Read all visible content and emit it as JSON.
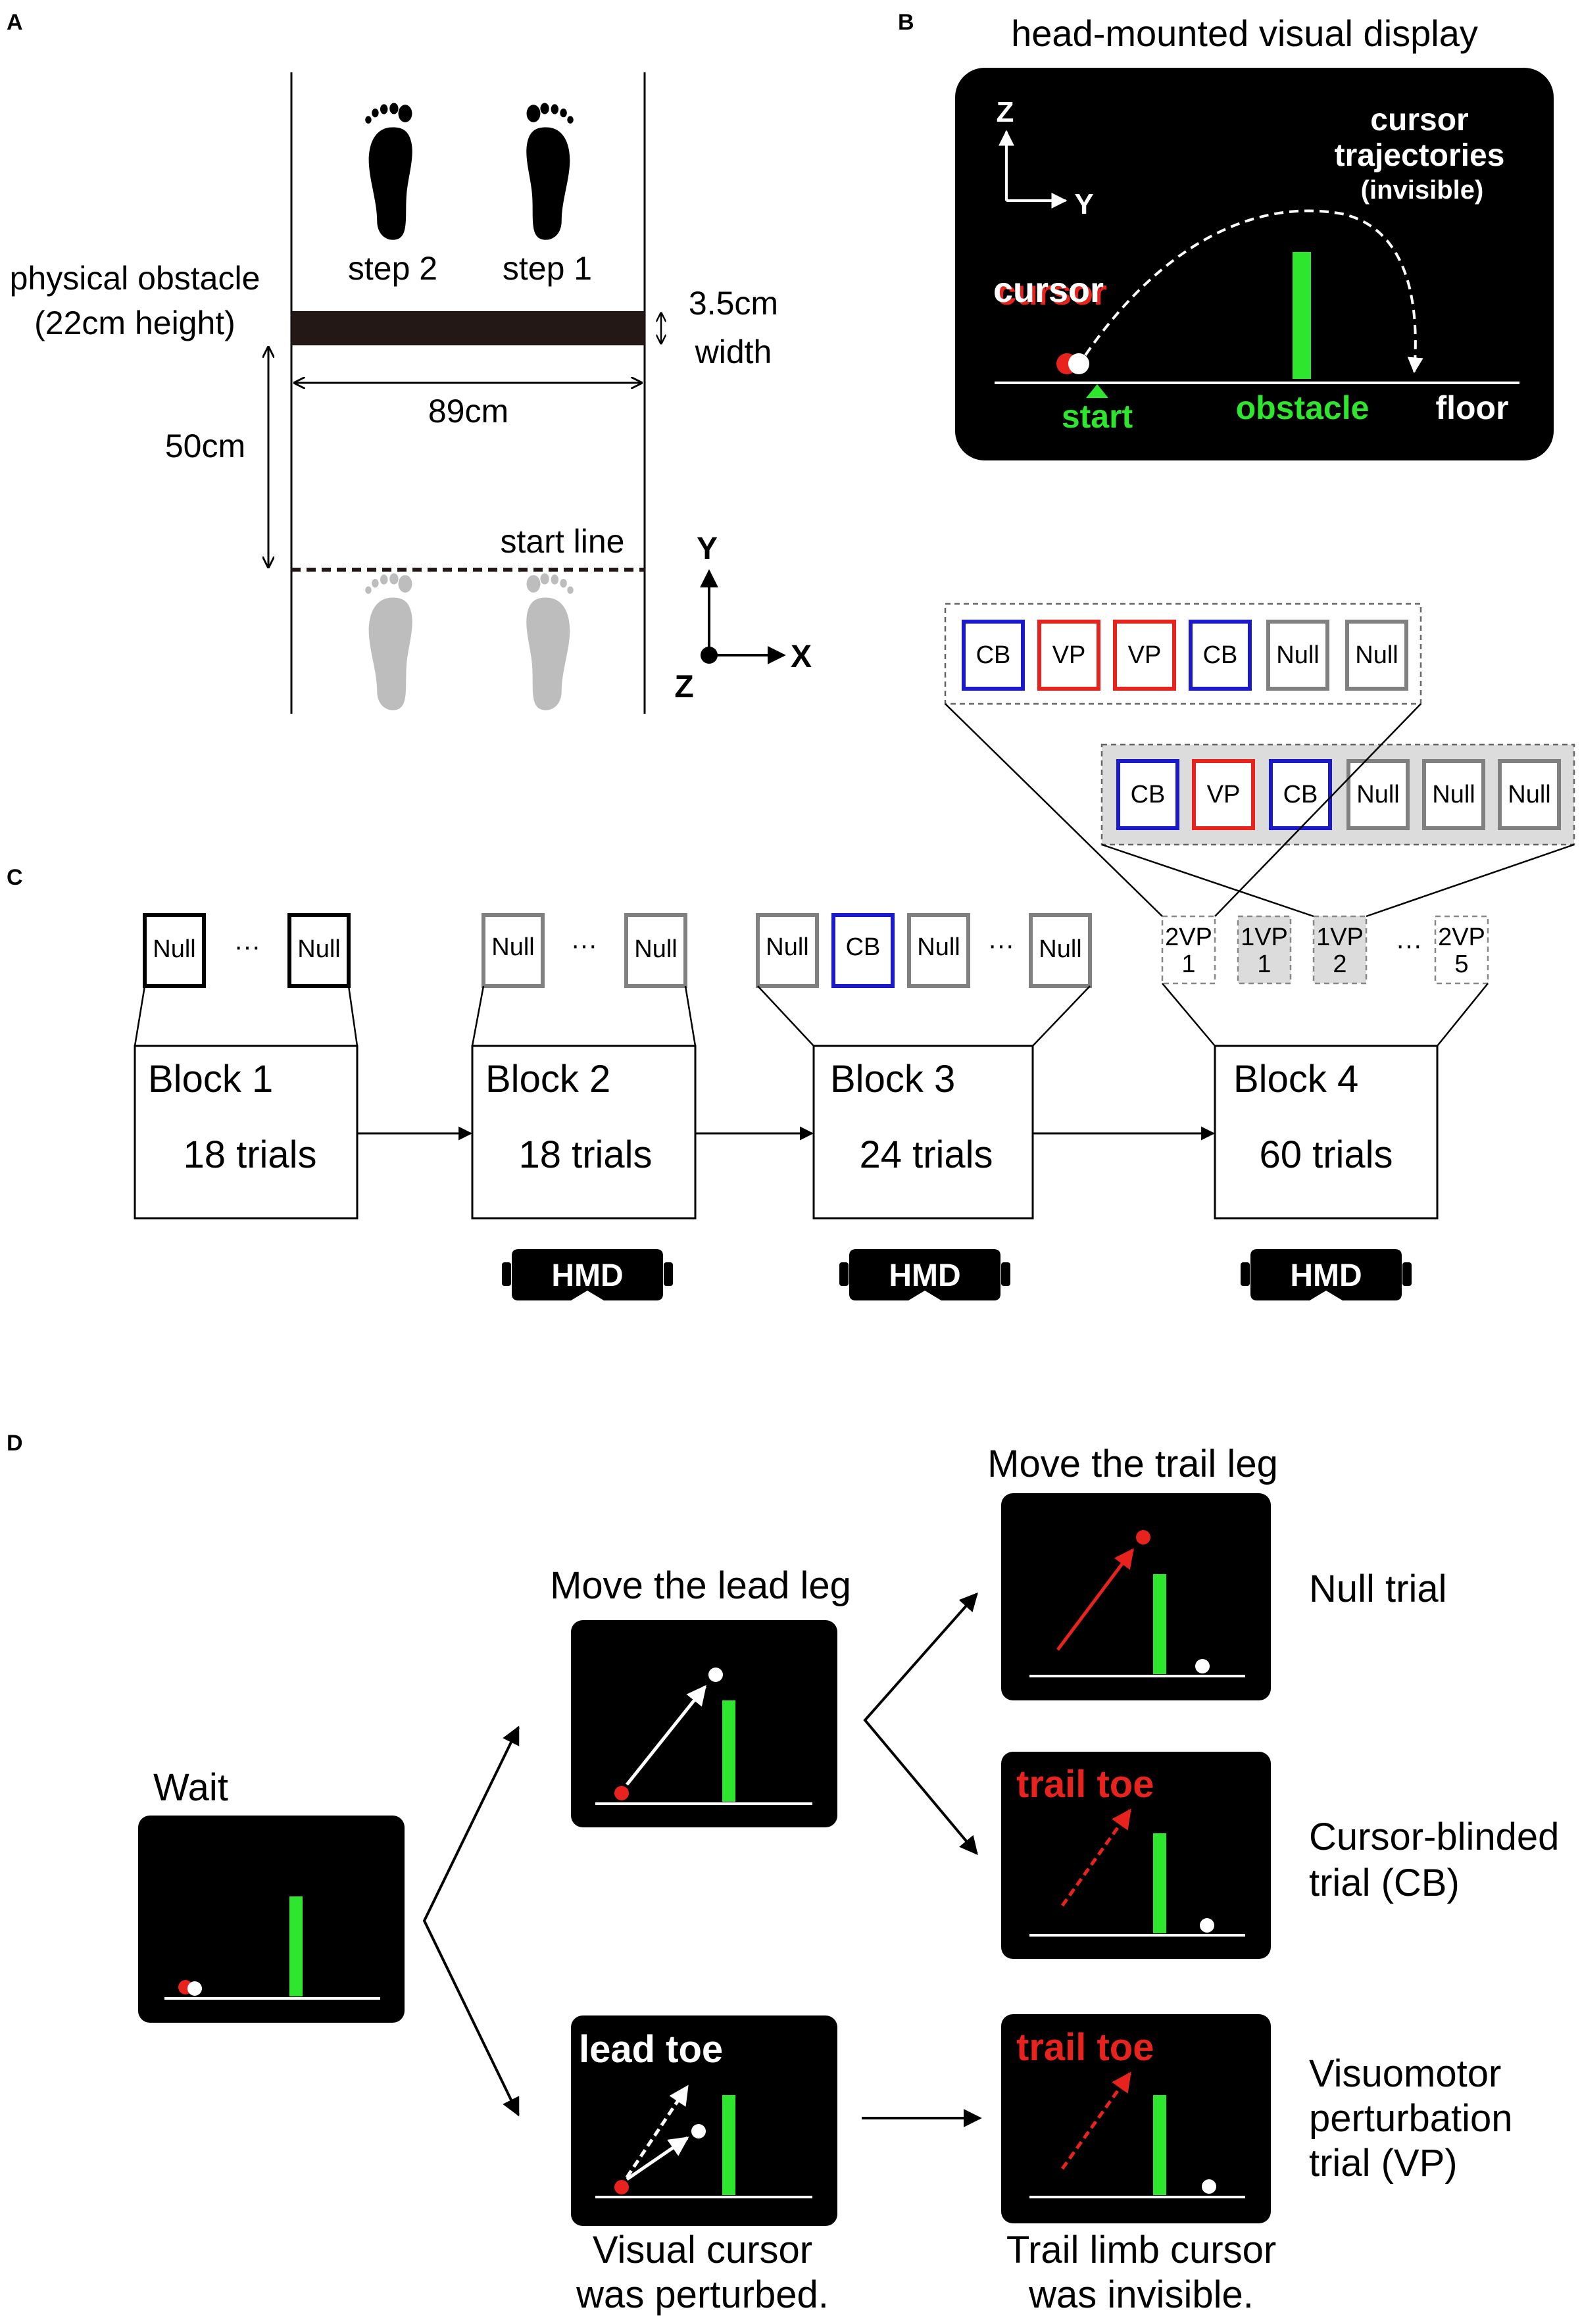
{
  "panel_labels": {
    "a": "A",
    "b": "B",
    "c": "C",
    "d": "D"
  },
  "panel_a": {
    "step2": "step 2",
    "step1": "step 1",
    "obstacle_line1": "physical obstacle",
    "obstacle_line2": "(22cm height)",
    "width_value": "3.5cm",
    "width_label": "width",
    "walkway_width": "89cm",
    "distance": "50cm",
    "start_line": "start line",
    "axis_y": "Y",
    "axis_x": "X",
    "axis_z": "Z"
  },
  "panel_b": {
    "title": "head-mounted visual display",
    "axis_z": "Z",
    "axis_y": "Y",
    "traj_line1": "cursor",
    "traj_line2": "trajectories",
    "traj_line3": "(invisible)",
    "cursor": "cursor",
    "start": "start",
    "obstacle": "obstacle",
    "floor": "floor",
    "colors": {
      "green": "#2ee62e",
      "red": "#e8231e",
      "bg": "#000000"
    }
  },
  "panel_c": {
    "blocks": [
      {
        "name": "Block 1",
        "trials": "18 trials"
      },
      {
        "name": "Block 2",
        "trials": "18 trials"
      },
      {
        "name": "Block 3",
        "trials": "24 trials"
      },
      {
        "name": "Block 4",
        "trials": "60 trials"
      }
    ],
    "ellipsis": "···",
    "block1_trials": [
      "Null",
      "Null"
    ],
    "block2_trials": [
      "Null",
      "Null"
    ],
    "block3_trials": [
      "Null",
      "CB",
      "Null",
      "Null"
    ],
    "block4_trials": [
      {
        "line1": "2VP",
        "line2": "1"
      },
      {
        "line1": "1VP",
        "line2": "1"
      },
      {
        "line1": "1VP",
        "line2": "2"
      },
      {
        "line1": "2VP",
        "line2": "5"
      }
    ],
    "seq_2vp": [
      "CB",
      "VP",
      "VP",
      "CB",
      "Null",
      "Null"
    ],
    "seq_1vp": [
      "CB",
      "VP",
      "CB",
      "Null",
      "Null",
      "Null"
    ],
    "hmd": "HMD",
    "colors": {
      "cb": "#1a1acc",
      "vp": "#e8231e",
      "null": "#808080",
      "block1": "#000000"
    }
  },
  "panel_d": {
    "wait": "Wait",
    "lead_move": "Move the lead leg",
    "trail_move": "Move the trail leg",
    "null_trial": "Null trial",
    "cb_line1": "Cursor-blinded",
    "cb_line2": "trial (CB)",
    "vp_line1": "Visuomotor",
    "vp_line2": "perturbation",
    "vp_line3": "trial (VP)",
    "trail_toe": "trail toe",
    "lead_toe": "lead toe",
    "perturbed_line1": "Visual cursor",
    "perturbed_line2": "was perturbed.",
    "invisible_line1": "Trail limb cursor",
    "invisible_line2": "was invisible."
  }
}
